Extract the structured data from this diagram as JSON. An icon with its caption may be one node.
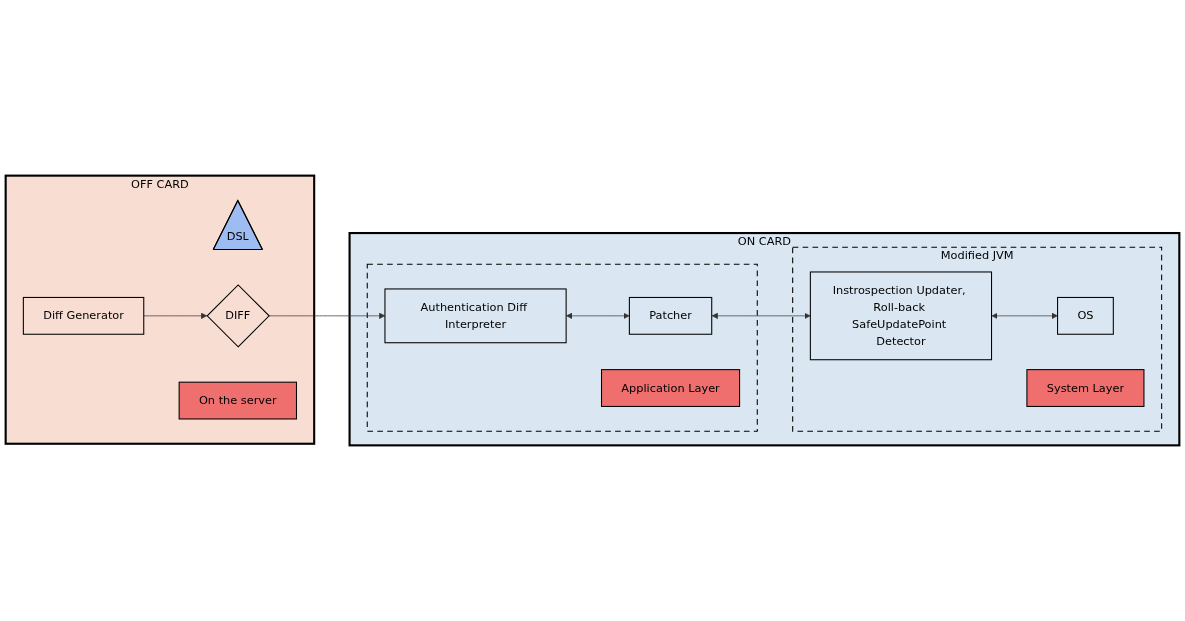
{
  "diagram": {
    "nodes": [
      {
        "text": [
          "OFF CARD"
        ]
      },
      {
        "text": [
          "Diff Generator"
        ],
        "in": 0
      },
      {
        "text": [
          "DSL"
        ],
        "in": 0
      },
      {
        "text": [
          "DIFF"
        ],
        "in": 0
      },
      {
        "text": [
          "On the server"
        ],
        "in": 0
      },
      {
        "text": [
          "ON CARD"
        ]
      },
      {
        "text": [],
        "shape": "box",
        "in": 5
      },
      {
        "text": [
          "Authentication Diff Interpreter"
        ],
        "in": 6
      },
      {
        "text": [
          "Patcher"
        ],
        "in": 6
      },
      {
        "text": [
          "Application Layer"
        ],
        "in": 6
      },
      {
        "text": [
          "Modified JVM"
        ],
        "in": 5
      },
      {
        "text": [
          "Instrospection Updater, Roll-back SafeUpdatePoint Detector"
        ],
        "in": 10
      },
      {
        "text": [
          "OS"
        ],
        "in": 10
      },
      {
        "text": [
          "System Layer"
        ],
        "in": 10
      }
    ],
    "edges": [
      {
        "from": 1,
        "to": 3,
        "arrow": "to"
      },
      {
        "from": 3,
        "to": 7,
        "arrow": "to"
      },
      {
        "from": 7,
        "to": 8,
        "arrow": "both"
      },
      {
        "from": 8,
        "to": 11,
        "arrow": "both"
      },
      {
        "from": 11,
        "to": 12,
        "arrow": "both"
      }
    ]
  }
}
